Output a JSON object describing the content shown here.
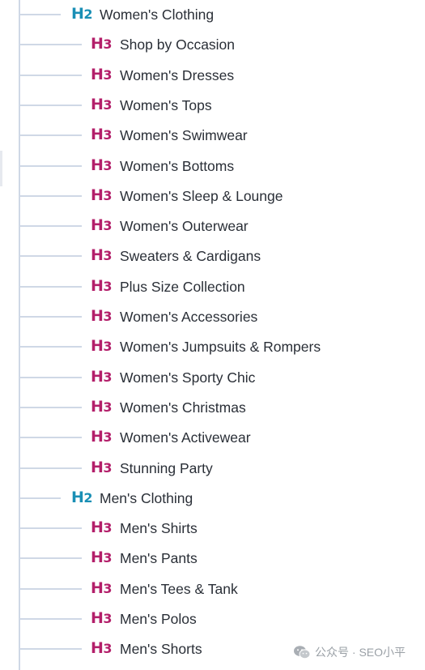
{
  "outline": [
    {
      "level": "H",
      "num": "2",
      "label": "Women's Clothing"
    },
    {
      "level": "H",
      "num": "3",
      "label": "Shop by Occasion"
    },
    {
      "level": "H",
      "num": "3",
      "label": "Women's Dresses"
    },
    {
      "level": "H",
      "num": "3",
      "label": "Women's Tops"
    },
    {
      "level": "H",
      "num": "3",
      "label": "Women's Swimwear"
    },
    {
      "level": "H",
      "num": "3",
      "label": "Women's Bottoms"
    },
    {
      "level": "H",
      "num": "3",
      "label": "Women's Sleep & Lounge"
    },
    {
      "level": "H",
      "num": "3",
      "label": "Women's Outerwear"
    },
    {
      "level": "H",
      "num": "3",
      "label": "Sweaters & Cardigans"
    },
    {
      "level": "H",
      "num": "3",
      "label": "Plus Size Collection"
    },
    {
      "level": "H",
      "num": "3",
      "label": "Women's Accessories"
    },
    {
      "level": "H",
      "num": "3",
      "label": "Women's Jumpsuits & Rompers"
    },
    {
      "level": "H",
      "num": "3",
      "label": "Women's Sporty Chic"
    },
    {
      "level": "H",
      "num": "3",
      "label": "Women's Christmas"
    },
    {
      "level": "H",
      "num": "3",
      "label": "Women's Activewear"
    },
    {
      "level": "H",
      "num": "3",
      "label": "Stunning Party"
    },
    {
      "level": "H",
      "num": "2",
      "label": "Men's Clothing"
    },
    {
      "level": "H",
      "num": "3",
      "label": "Men's Shirts"
    },
    {
      "level": "H",
      "num": "3",
      "label": "Men's Pants"
    },
    {
      "level": "H",
      "num": "3",
      "label": "Men's Tees & Tank"
    },
    {
      "level": "H",
      "num": "3",
      "label": "Men's Polos"
    },
    {
      "level": "H",
      "num": "3",
      "label": "Men's Shorts"
    }
  ],
  "colors": {
    "h2_tag": "#1a8fb5",
    "h3_tag": "#b31f6a",
    "label_text": "#2a2f37",
    "tree_line": "#cfd8e6"
  },
  "watermark": {
    "icon": "wechat-icon",
    "text": "公众号 · SEO小平"
  }
}
